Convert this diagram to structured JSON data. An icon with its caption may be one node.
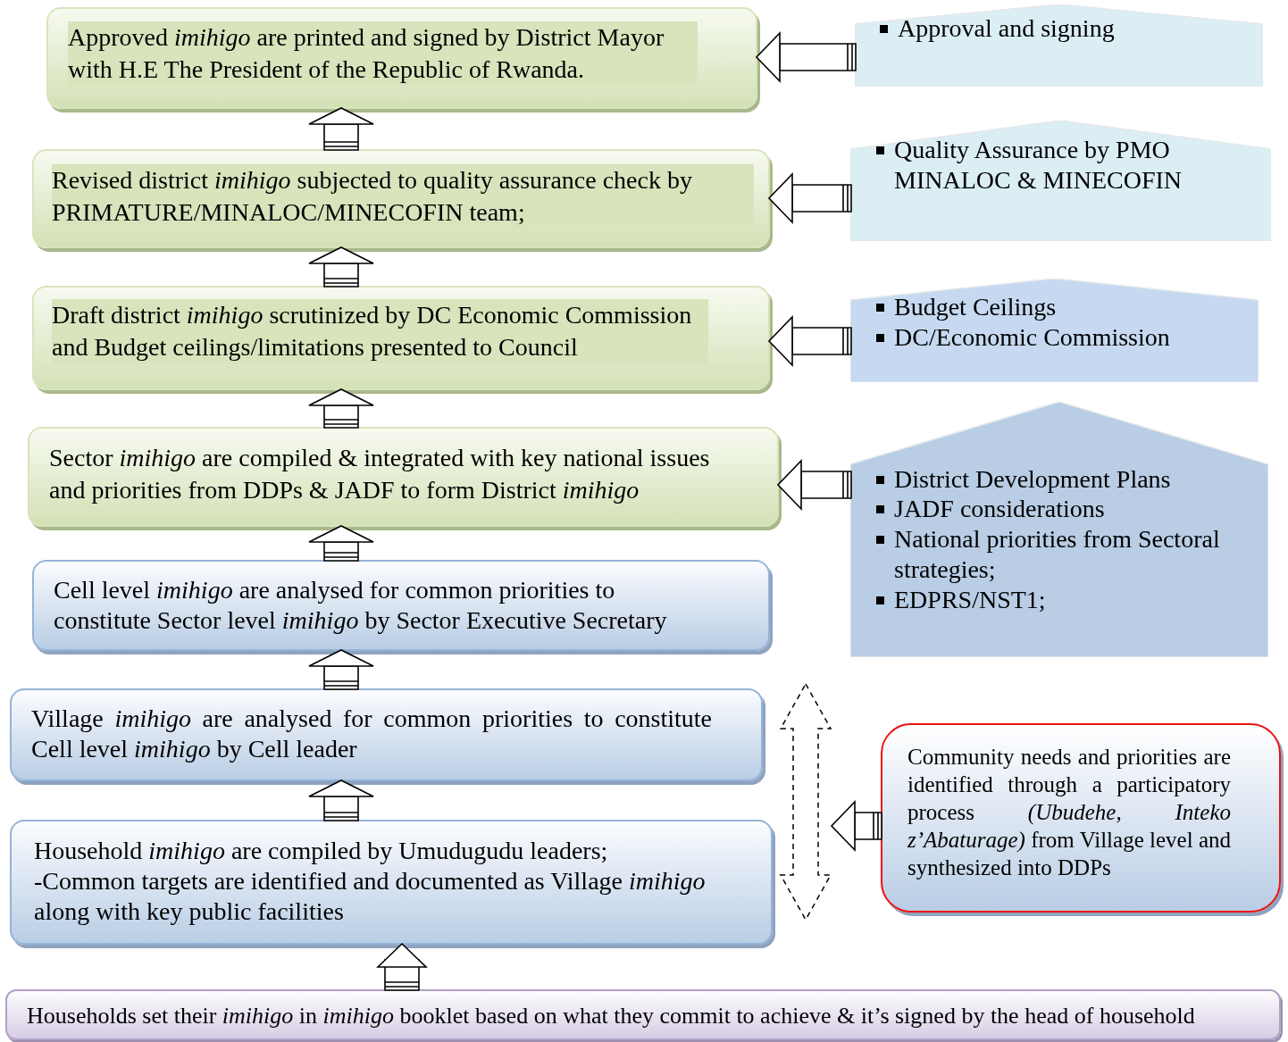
{
  "diagram": {
    "nodes": [
      {
        "text": [
          "Approved *imihigo* are printed and signed by District Mayor with H.E The President of the Republic of Rwanda."
        ]
      },
      {
        "text": [
          "Revised district *imihigo* subjected to quality assurance check by PRIMATURE/MINALOC/MINECOFIN team;"
        ]
      },
      {
        "text": [
          "Draft district *imihigo* scrutinized by DC Economic Commission and Budget ceilings/limitations presented to Council"
        ]
      },
      {
        "text": [
          "Sector *imihigo* are compiled & integrated with key national issues and priorities from DDPs & JADF to form District *imihigo*"
        ]
      },
      {
        "text": [
          "Cell level *imihigo* are analysed for common priorities to constitute Sector level *imihigo* by Sector Executive Secretary"
        ]
      },
      {
        "text": [
          "Village *imihigo* are analysed for common priorities to constitute Cell level *imihigo* by Cell leader"
        ]
      },
      {
        "text": [
          "Household *imihigo* are compiled by Umudugudu leaders;",
          "-Common targets are identified and documented as Village *imihigo* along with key public facilities"
        ]
      },
      {
        "text": [
          "Households set their *imihigo* in *imihigo* booklet based on what they commit to achieve & it’s signed by the head of household"
        ]
      },
      {
        "text": [
          "Approval and signing"
        ]
      },
      {
        "text": [
          "Quality Assurance by PMO MINALOC & MINECOFIN"
        ]
      },
      {
        "text": [
          "Budget Ceilings",
          "DC/Economic Commission"
        ]
      },
      {
        "text": [
          "District Development Plans",
          "JADF considerations",
          "National priorities from Sectoral strategies;",
          "EDPRS/NST1;"
        ]
      },
      {
        "text": [
          "Community needs and priorities are identified through a participatory process *(Ubudehe, Inteko z’Abaturage)* from Village level and synthesized into DDPs"
        ]
      },
      {
        "text": [],
        "shape": "arrow"
      }
    ],
    "edges": [
      {
        "from": 7,
        "to": 6,
        "arrow": "to"
      },
      {
        "from": 6,
        "to": 5,
        "arrow": "to"
      },
      {
        "from": 5,
        "to": 4,
        "arrow": "to"
      },
      {
        "from": 4,
        "to": 3,
        "arrow": "to"
      },
      {
        "from": 3,
        "to": 2,
        "arrow": "to"
      },
      {
        "from": 2,
        "to": 1,
        "arrow": "to"
      },
      {
        "from": 1,
        "to": 0,
        "arrow": "to"
      },
      {
        "from": 8,
        "to": 0,
        "arrow": "to"
      },
      {
        "from": 9,
        "to": 1,
        "arrow": "to"
      },
      {
        "from": 10,
        "to": 2,
        "arrow": "to"
      },
      {
        "from": 11,
        "to": 3,
        "arrow": "to"
      },
      {
        "from": 12,
        "to": 13,
        "arrow": "to"
      }
    ]
  }
}
